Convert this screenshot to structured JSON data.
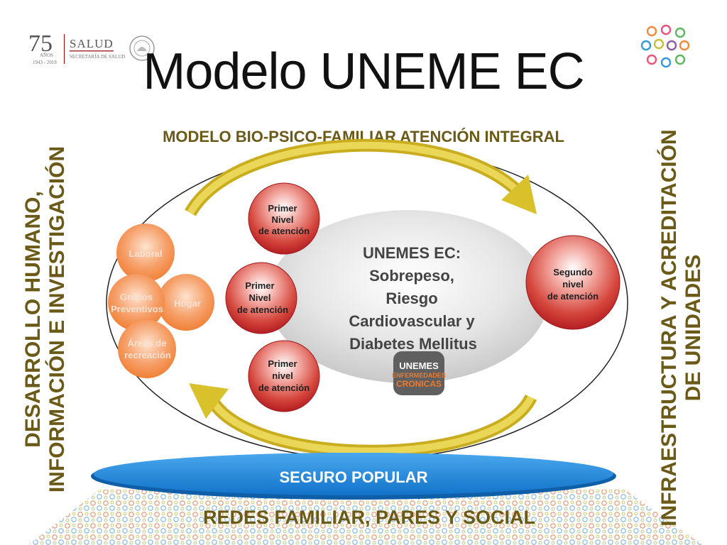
{
  "header": {
    "logo_anniversary": "75",
    "logo_anniversary_word": "AÑOS",
    "logo_years": "1943 - 2018",
    "logo_salud": "SALUD",
    "logo_secretaria": "SECRETARÍA DE SALUD",
    "title": "Modelo UNEME EC",
    "subtitle": "MODELO BIO-PSICO-FAMILIAR ATENCIÓN INTEGRAL"
  },
  "left_side": {
    "line1": "DESARROLLO HUMANO,",
    "line2": "INFORMACIÓN  E INVESTIGACIÓN"
  },
  "right_side": {
    "line1": "INFRAESTRUCTURA Y ACREDITACIÓN",
    "line2": "DE UNIDADES"
  },
  "center": {
    "line1": "UNEMES  EC:",
    "line2": "Sobrepeso,",
    "line3": "Riesgo",
    "line4": "Cardiovascular y",
    "line5": "Diabetes Mellitus"
  },
  "badge": {
    "line1": "UNEMES",
    "line2": "ENFERMEDADES",
    "line3": "CRONICAS"
  },
  "red_nodes": {
    "top": {
      "l1": "Primer",
      "l2": "Nivel",
      "l3": "de atención"
    },
    "middle": {
      "l1": "Primer",
      "l2": "Nivel",
      "l3": "de atención"
    },
    "bottom": {
      "l1": "Primer",
      "l2": "nivel",
      "l3": "de atención"
    },
    "right": {
      "l1": "Segundo",
      "l2": "nivel",
      "l3": "de atención"
    }
  },
  "orange_nodes": {
    "laboral": "Laboral",
    "grupos_1": "Grupos",
    "grupos_2": "Preventivos",
    "hogar": "Hogar",
    "areas_1": "Áreas de",
    "areas_2": "recreación"
  },
  "footer": {
    "seguro": "SEGURO POPULAR",
    "redes": "REDES FAMILIAR, PARES Y SOCIAL"
  },
  "colors": {
    "olive_text": "#6b5a17",
    "red_node": "#c8282a",
    "orange_node": "#f07a2a",
    "arrow": "#d8c12a",
    "seguro_blue": "#1d8be0"
  }
}
